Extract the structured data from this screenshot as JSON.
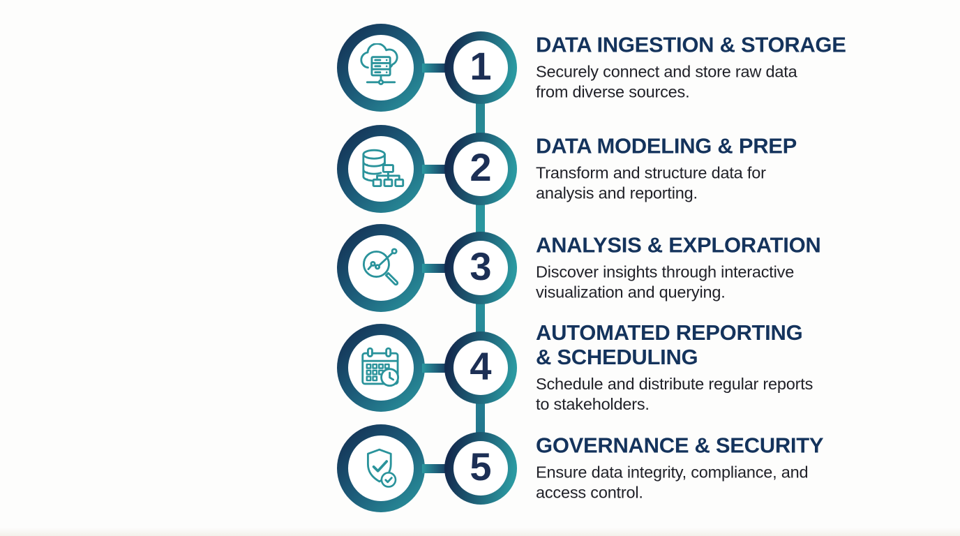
{
  "background": "#fdfdfc",
  "palette": {
    "background": "#fdfdfc",
    "navy": "#14335c",
    "teal": "#2b99a1",
    "title_color": "#14335c",
    "body_color": "#202128",
    "number_color": "#1c2f55",
    "icon_stroke": "#2a939b"
  },
  "steps": [
    {
      "number": "1",
      "icon": "cloud-server-icon",
      "title": "DATA INGESTION & STORAGE",
      "description": "Securely connect and store raw data\nfrom diverse sources."
    },
    {
      "number": "2",
      "icon": "database-model-icon",
      "title": "DATA MODELING & PREP",
      "description": "Transform and structure data for\nanalysis and reporting."
    },
    {
      "number": "3",
      "icon": "magnifier-chart-icon",
      "title": "ANALYSIS & EXPLORATION",
      "description": "Discover insights through interactive\nvisualization and querying."
    },
    {
      "number": "4",
      "icon": "calendar-clock-icon",
      "title": "AUTOMATED REPORTING\n& SCHEDULING",
      "description": "Schedule and distribute regular reports\nto stakeholders."
    },
    {
      "number": "5",
      "icon": "shield-check-icon",
      "title": "GOVERNANCE & SECURITY",
      "description": "Ensure data integrity, compliance, and\naccess control."
    }
  ]
}
